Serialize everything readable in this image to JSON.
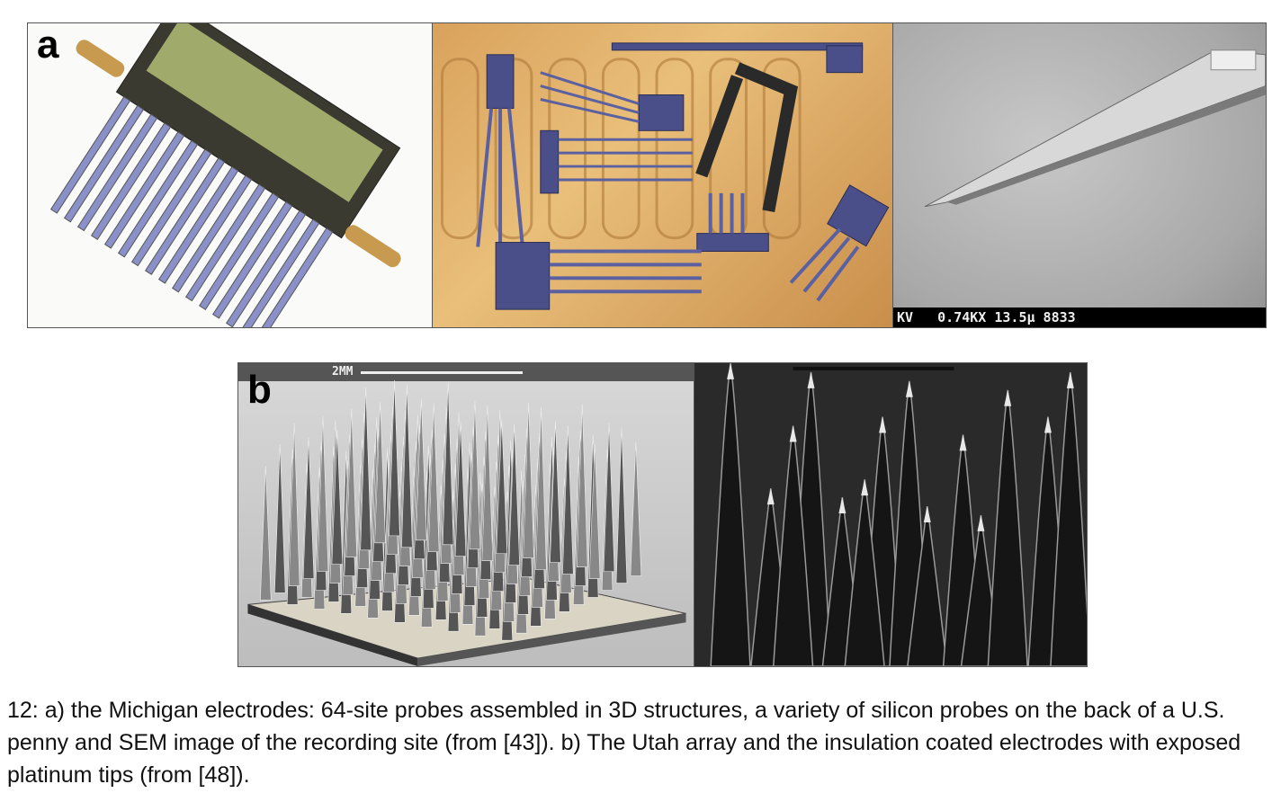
{
  "figure": {
    "panel_a_label": "a",
    "panel_b_label": "b",
    "sem_info_bar": "KV   0.74KX 13.5µ 8833",
    "utah_scale_label": "2MM",
    "caption": "12: a) the Michigan electrodes: 64-site probes assembled in 3D structures, a variety of silicon probes on the back of a U.S. penny and SEM image of the recording site (from [43]). b) The Utah array and the insulation coated electrodes with exposed platinum tips (from [48])."
  }
}
